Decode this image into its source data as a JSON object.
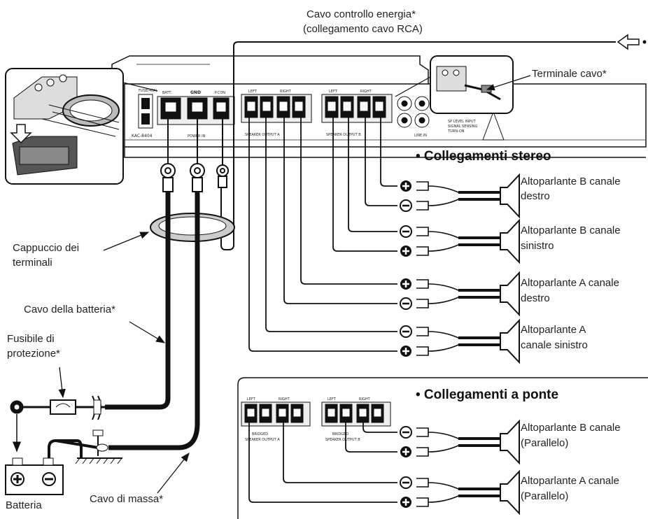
{
  "labels": {
    "power_control_cable": "Cavo controllo energia*",
    "power_control_cable_note": "(collegamento cavo RCA)",
    "cable_terminal": "Terminale cavo*",
    "terminal_cap_line1": "Cappuccio dei",
    "terminal_cap_line2": "terminali",
    "battery_cable": "Cavo della batteria*",
    "fuse_line1": "Fusibile di",
    "fuse_line2": "protezione*",
    "battery": "Batteria",
    "ground_cable": "Cavo di massa*"
  },
  "sections": {
    "stereo_title": "• Collegamenti stereo",
    "bridge_title": "• Collegamenti a ponte"
  },
  "stereo_speakers": [
    {
      "line1": "Altoparlante B canale",
      "line2": "destro"
    },
    {
      "line1": "Altoparlante B canale",
      "line2": "sinistro"
    },
    {
      "line1": "Altoparlante A canale",
      "line2": "destro"
    },
    {
      "line1": "Altoparlante A",
      "line2": "canale sinistro"
    }
  ],
  "bridge_speakers": [
    {
      "line1": "Altoparlante B canale",
      "line2": "(Parallelo)"
    },
    {
      "line1": "Altoparlante A canale",
      "line2": "(Parallelo)"
    }
  ],
  "amp_text": {
    "model": "KAC-8404",
    "batt": "BATT.",
    "gnd": "GND",
    "rem": "P.CON",
    "fuse": "FUSE(40A)",
    "power_in": "POWER IN",
    "left": "LEFT",
    "right": "RIGHT",
    "bridged": "BRIDGED",
    "speaker_output_a": "SPEAKER OUTPUT A",
    "speaker_output_b": "SPEAKER OUTPUT B",
    "line_in": "LINE IN",
    "sp_level_input": "SP LEVEL INPUT",
    "signal_sensing": "SIGNAL SENSING",
    "turn_on": "TURN-ON"
  },
  "icons": [
    "arrow-left-outline-icon",
    "plus-terminal-icon",
    "minus-terminal-icon",
    "down-arrow-icon",
    "ground-symbol-icon"
  ],
  "colors": {
    "line": "#1a1a1a",
    "gray": "#d0d0d0",
    "dark_fill": "#2a2a2a"
  }
}
